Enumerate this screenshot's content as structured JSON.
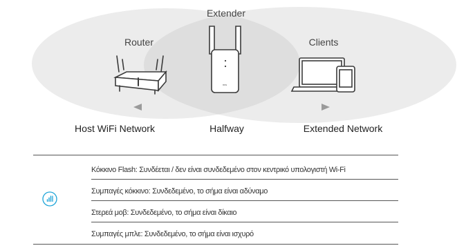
{
  "diagram": {
    "labels": {
      "extender": "Extender",
      "router": "Router",
      "clients": "Clients",
      "host": "Host WiFi Network",
      "halfway": "Halfway",
      "extended": "Extended Network"
    },
    "colors": {
      "zone": "#ececec",
      "zone_overlap": "#dedede",
      "arrow": "#9a9a9a",
      "device_stroke": "#3a3a3a",
      "led_icon": "#1aa3d8"
    }
  },
  "led_table": {
    "icon": "signal-bars-icon",
    "rows": [
      "Κόκκινο Flash: Συνδέεται / δεν είναι συνδεδεμένο στον κεντρικό υπολογιστή Wi-Fi",
      "Συμπαγές κόκκινο: Συνδεδεμένο, το σήμα είναι αδύναμο",
      "Στερεά μοβ: Συνδεδεμένο, το σήμα είναι δίκαιο",
      "Συμπαγές μπλε: Συνδεδεμένο, το σήμα είναι ισχυρό"
    ]
  }
}
